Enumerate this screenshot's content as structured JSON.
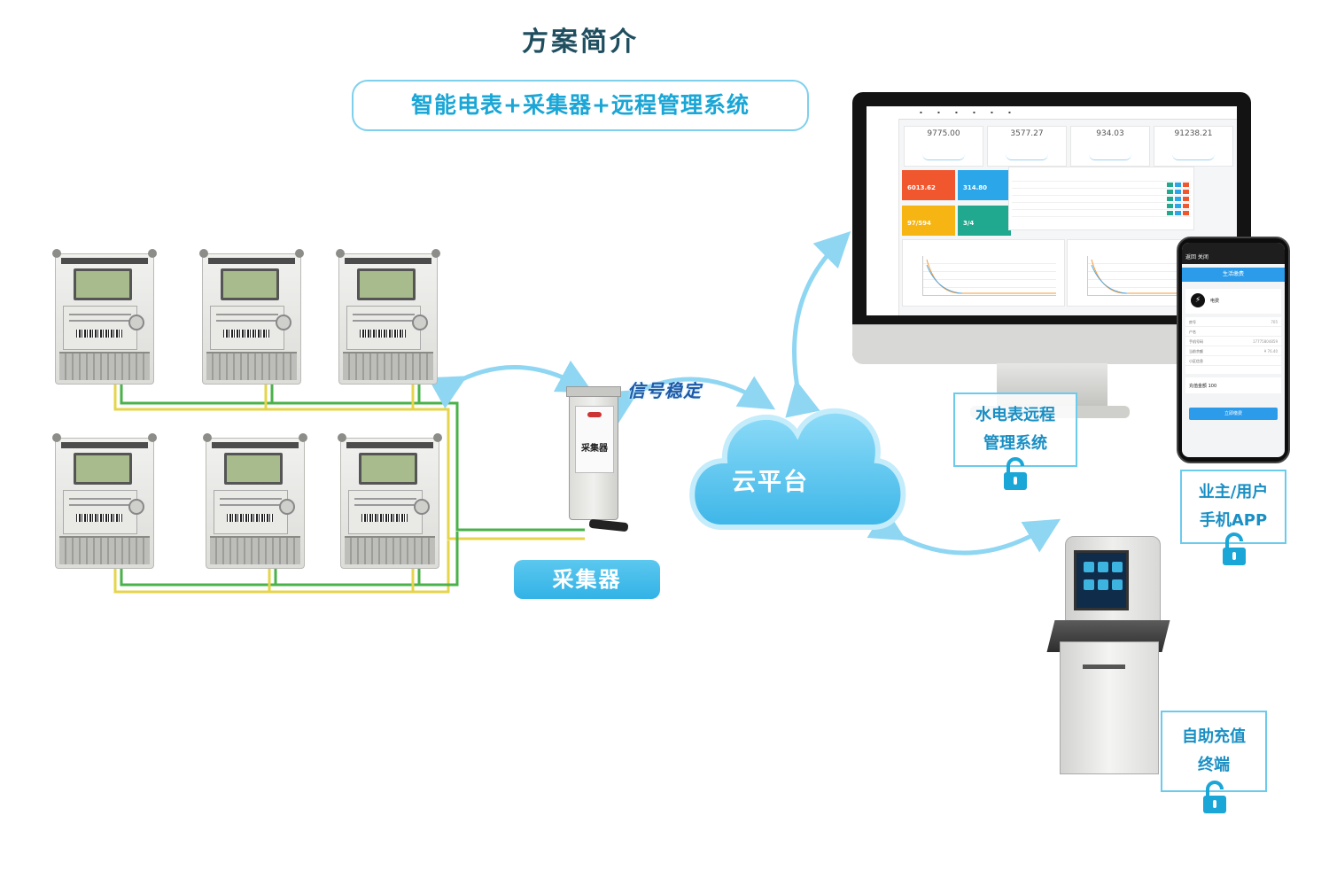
{
  "header": {
    "title": "方案简介",
    "subtitle": "智能电表+采集器+远程管理系统"
  },
  "collector": {
    "device_text": "采集器",
    "badge": "采集器",
    "signal_label": "信号稳定"
  },
  "cloud": {
    "label": "云平台"
  },
  "monitor": {
    "stats": [
      {
        "value": "9775.00"
      },
      {
        "value": "3577.27"
      },
      {
        "value": "934.03"
      },
      {
        "value": "91238.21"
      }
    ],
    "tiles": [
      {
        "value": "6013.62",
        "color": "#f0572f"
      },
      {
        "value": "314.80",
        "color": "#2ba6e8"
      },
      {
        "value": "97/594",
        "color": "#f6b512"
      },
      {
        "value": "3/4",
        "color": "#20a98e"
      }
    ]
  },
  "phone": {
    "nav": "返回  关闭",
    "header_title": "生活缴费",
    "service": "电费",
    "fields": [
      {
        "label": "房号",
        "value": "705"
      },
      {
        "label": "户名",
        "value": ""
      },
      {
        "label": "手机号码",
        "value": "17775804859"
      },
      {
        "label": "当前余额",
        "value": "¥ 76.40"
      },
      {
        "label": "小区信息",
        "value": ""
      }
    ],
    "amount_label": "充值金额",
    "amount_value": "100",
    "pay_button": "立即缴费"
  },
  "labels": {
    "system": [
      "水电表远程",
      "管理系统"
    ],
    "app": [
      "业主/用户",
      "手机APP"
    ],
    "kiosk": [
      "自助充值",
      "终端"
    ]
  },
  "colors": {
    "accent": "#1aa6d6",
    "box_border": "#6bcbed",
    "arrow": "#8fd6f3",
    "wire_yellow": "#e6d44a",
    "wire_green": "#49b24a"
  }
}
